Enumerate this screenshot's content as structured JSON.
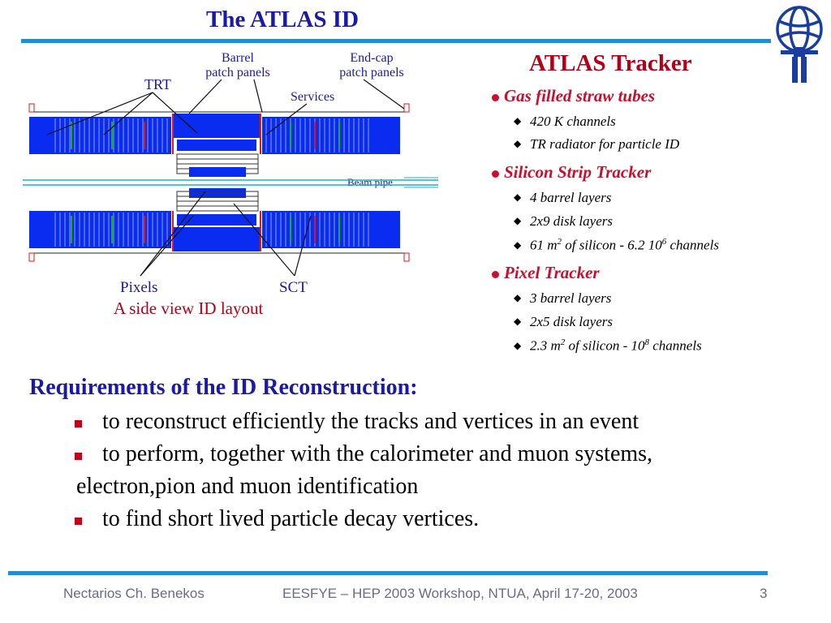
{
  "slide": {
    "title": "The ATLAS ID",
    "logo_name": "atlas-logo"
  },
  "diagram": {
    "labels": {
      "barrel_patch_panels": [
        "Barrel",
        "patch panels"
      ],
      "endcap_patch_panels": [
        "End-cap",
        "patch panels"
      ],
      "trt": "TRT",
      "services": "Services",
      "beam_pipe": "Beam pipe",
      "pixels": "Pixels",
      "sct": "SCT"
    },
    "caption": "A side view ID layout",
    "colors": {
      "detector_blue": "#0a2cf0",
      "accent_green": "#18b018",
      "accent_red": "#e01818"
    }
  },
  "tracker": {
    "title": "ATLAS Tracker",
    "sections": [
      {
        "label": "Gas filled straw tubes",
        "items": [
          "420 K channels",
          "TR radiator for particle ID"
        ]
      },
      {
        "label": "Silicon Strip Tracker",
        "items": [
          "4 barrel layers",
          "2x9 disk layers"
        ]
      },
      {
        "label": "Pixel Tracker",
        "items": [
          "3 barrel layers",
          "2x5 disk layers"
        ]
      }
    ],
    "sct_area": {
      "value": "61 m",
      "exp": "2",
      "mid": " of silicon - 6.2 10",
      "exp2": "6",
      "tail": " channels"
    },
    "pixel_area": {
      "value": "2.3 m",
      "exp": "2",
      "mid": " of silicon - 10",
      "exp2": "8",
      "tail": " channels"
    }
  },
  "requirements": {
    "title": "Requirements of the ID Reconstruction:",
    "items": [
      "to reconstruct efficiently the tracks and vertices in an event",
      "to perform, together with the calorimeter and muon systems,",
      "to find short lived particle decay vertices."
    ],
    "continuation": "electron,pion and muon identification"
  },
  "footer": {
    "author": "Nectarios Ch. Benekos",
    "event": "EESFYE – HEP 2003  Workshop, NTUA, April 17-20, 2003",
    "page": "3"
  }
}
